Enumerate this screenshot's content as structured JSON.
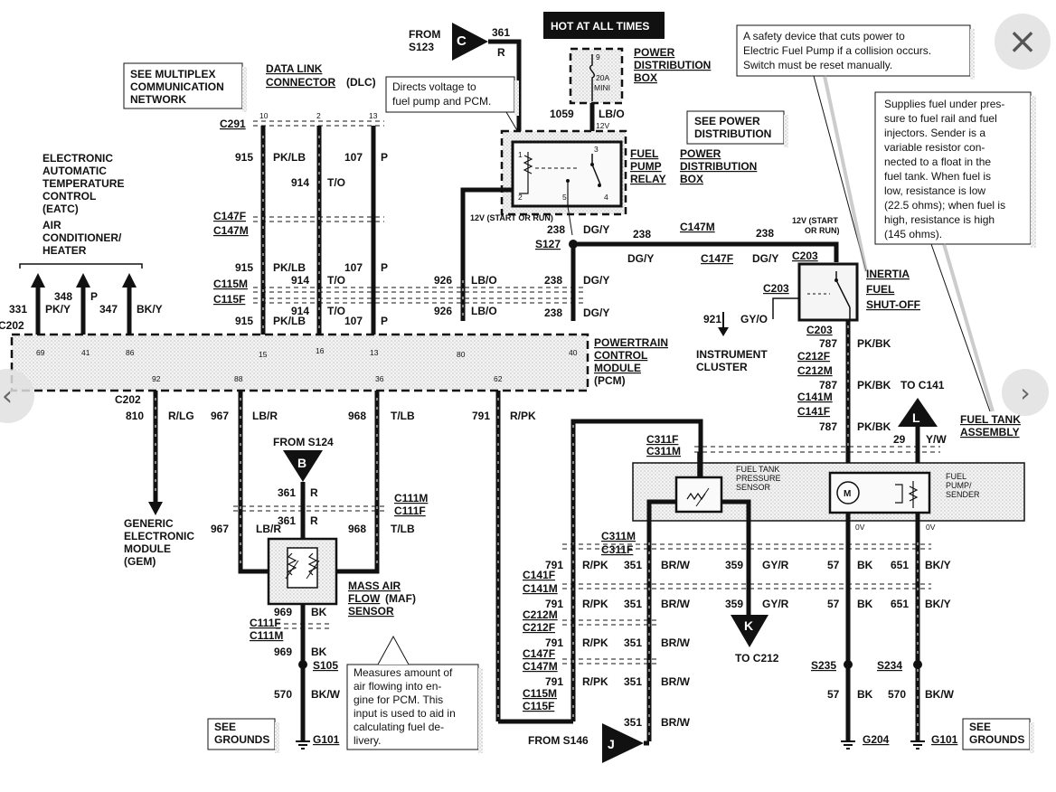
{
  "viewer": {
    "close_icon": "×",
    "prev_icon": "‹",
    "next_icon": "›"
  },
  "diagram": {
    "hot_at_all_times": "HOT AT ALL TIMES",
    "power_distribution_box": [
      "POWER",
      "DISTRIBUTION",
      "BOX"
    ],
    "fuse_pins": [
      "9",
      "20A",
      "MINI",
      "12V"
    ],
    "from_s123": [
      "FROM",
      "S123"
    ],
    "connector_c": "C",
    "wire_361_top": "361",
    "wire_r_top": "R",
    "note_directs": [
      "Directs voltage to",
      "fuel pump and PCM."
    ],
    "note_safety": [
      "A safety device that cuts power to",
      "Electric Fuel Pump if a collision occurs.",
      "Switch must be reset manually."
    ],
    "note_supplies": [
      "Supplies fuel under pres-",
      "sure to fuel rail and fuel",
      "injectors. Sender is a",
      "variable resistor con-",
      "nected to a float in the",
      "fuel tank. When fuel is",
      "low, resistance is low",
      "(22.5 ohms); when fuel is",
      "high, resistance is high",
      "(145 ohms)."
    ],
    "note_measures": [
      "Measures amount of",
      "air flowing into en-",
      "gine for PCM. This",
      "input is used to aid in",
      "calculating fuel de-",
      "livery."
    ],
    "see_multiplex": [
      "SEE MULTIPLEX",
      "COMMUNICATION",
      "NETWORK"
    ],
    "dlc": [
      "DATA LINK",
      "CONNECTOR",
      "(DLC)"
    ],
    "see_power_dist": [
      "SEE POWER",
      "DISTRIBUTION"
    ],
    "fuel_pump_relay": [
      "FUEL",
      "PUMP",
      "RELAY"
    ],
    "relay_pins": [
      "1",
      "2",
      "3",
      "4",
      "5"
    ],
    "eatc": [
      "ELECTRONIC",
      "AUTOMATIC",
      "TEMPERATURE",
      "CONTROL",
      "(EATC)",
      "AIR",
      "CONDITIONER/",
      "HEATER"
    ],
    "c291": "C291",
    "dlc_pins": [
      "10",
      "2",
      "13"
    ],
    "w915": "915",
    "pklb": "PK/LB",
    "w107": "107",
    "p": "P",
    "w914": "914",
    "to": "T/O",
    "c147f": "C147F",
    "c147m": "C147M",
    "c115m": "C115M",
    "c115f": "C115F",
    "w926": "926",
    "lbo": "LB/O",
    "w238": "238",
    "dgy": "DG/Y",
    "w1059": "1059",
    "lbo2": "LB/O",
    "twelve_v_start_run": "12V (START OR RUN)",
    "twelve_v_start": "12V (START",
    "or_run": "OR RUN)",
    "s127": "S127",
    "c203": "C203",
    "inertia": [
      "INERTIA",
      "FUEL",
      "SHUT-OFF"
    ],
    "w921": "921",
    "gyo": "GY/O",
    "instrument_cluster": [
      "INSTRUMENT",
      "CLUSTER"
    ],
    "w331": "331",
    "pky": "PK/Y",
    "w348": "348",
    "w347": "347",
    "bky": "BK/Y",
    "c202": "C202",
    "pcm_pins_top": [
      "69",
      "41",
      "86",
      "15",
      "16",
      "13",
      "80",
      "40"
    ],
    "pcm_pins_bottom": [
      "92",
      "88",
      "36",
      "62"
    ],
    "pcm": [
      "POWERTRAIN",
      "CONTROL",
      "MODULE",
      "(PCM)"
    ],
    "w810": "810",
    "rlg": "R/LG",
    "w967": "967",
    "lbr": "LB/R",
    "w968": "968",
    "tlb": "T/LB",
    "w791": "791",
    "rpk": "R/PK",
    "w787": "787",
    "pkbk": "PK/BK",
    "c212f": "C212F",
    "c212m": "C212M",
    "c141m": "C141M",
    "c141f": "C141F",
    "to_c141": "TO C141",
    "connector_l": "L",
    "w29": "29",
    "yw": "Y/W",
    "fuel_tank_assembly": [
      "FUEL TANK",
      "ASSEMBLY"
    ],
    "c311f": "C311F",
    "c311m": "C311M",
    "fuel_tank_pressure_sensor": [
      "FUEL TANK",
      "PRESSURE",
      "SENSOR"
    ],
    "fuel_pump_sender": [
      "FUEL",
      "PUMP/",
      "SENDER"
    ],
    "motor_m": "M",
    "zero_v": "0V",
    "from_s124": "FROM S124",
    "connector_b": "B",
    "w361": "361",
    "r": "R",
    "c111m": "C111M",
    "c111f": "C111F",
    "maf": [
      "MASS AIR",
      "FLOW",
      "(MAF)",
      "SENSOR"
    ],
    "w969": "969",
    "bk": "BK",
    "s105": "S105",
    "w570": "570",
    "bkw": "BK/W",
    "g101": "G101",
    "see_grounds": [
      "SEE",
      "GROUNDS"
    ],
    "gem": [
      "GENERIC",
      "ELECTRONIC",
      "MODULE",
      "(GEM)"
    ],
    "w351": "351",
    "brw": "BR/W",
    "w359": "359",
    "gyr": "GY/R",
    "w57": "57",
    "w651": "651",
    "connector_k": "K",
    "to_c212": "TO C212",
    "s235": "S235",
    "s234": "S234",
    "g204": "G204",
    "from_s146": "FROM S146",
    "connector_j": "J"
  }
}
